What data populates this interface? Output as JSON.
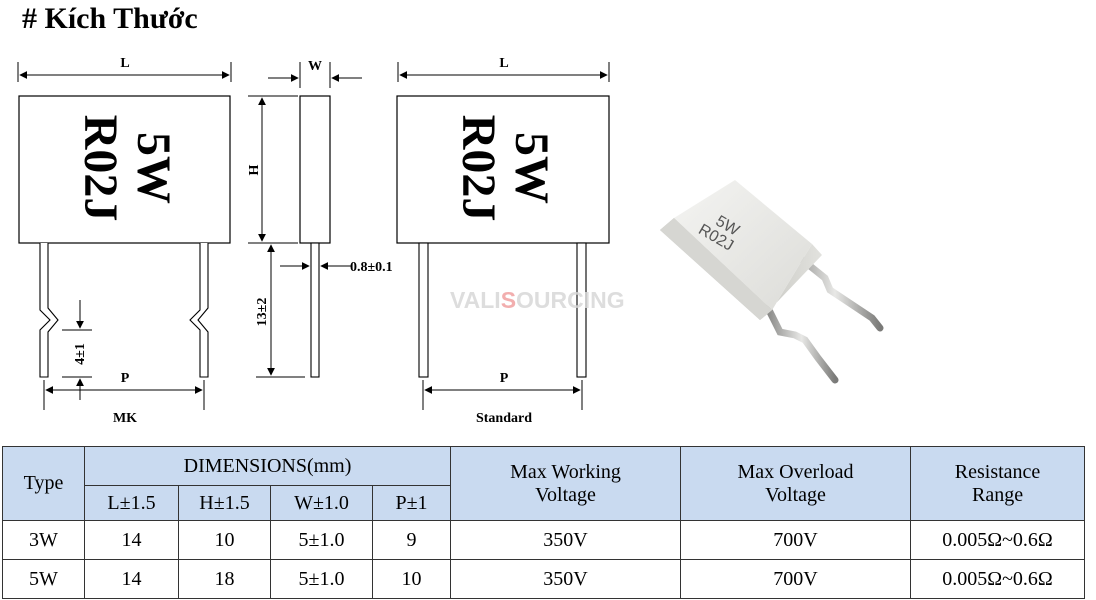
{
  "heading": "# Kích Thước",
  "diagram": {
    "labels": {
      "L": "L",
      "W": "W",
      "H": "H",
      "P": "P",
      "lead_dia": "0.8±0.1",
      "lead_len": "13±2",
      "kink": "4±1",
      "mk": "MK",
      "standard": "Standard"
    },
    "resistor_text": {
      "rating": "5W",
      "code": "R02J"
    },
    "photo_text": {
      "rating": "5W",
      "code": "R02J"
    },
    "watermark": {
      "part1": "VALI",
      "accent": "S",
      "part2": "OURCING"
    }
  },
  "table": {
    "header": {
      "type": "Type",
      "dimensions": "DIMENSIONS(mm)",
      "l": "L±1.5",
      "h": "H±1.5",
      "w": "W±1.0",
      "p": "P±1",
      "max_working_1": "Max Working",
      "max_working_2": "Voltage",
      "max_overload_1": "Max Overload",
      "max_overload_2": "Voltage",
      "resistance_1": "Resistance",
      "resistance_2": "Range"
    },
    "rows": [
      {
        "type": "3W",
        "l": "14",
        "h": "10",
        "w": "5±1.0",
        "p": "9",
        "working": "350V",
        "overload": "700V",
        "range": "0.005Ω~0.6Ω"
      },
      {
        "type": "5W",
        "l": "14",
        "h": "18",
        "w": "5±1.0",
        "p": "10",
        "working": "350V",
        "overload": "700V",
        "range": "0.005Ω~0.6Ω"
      }
    ]
  }
}
